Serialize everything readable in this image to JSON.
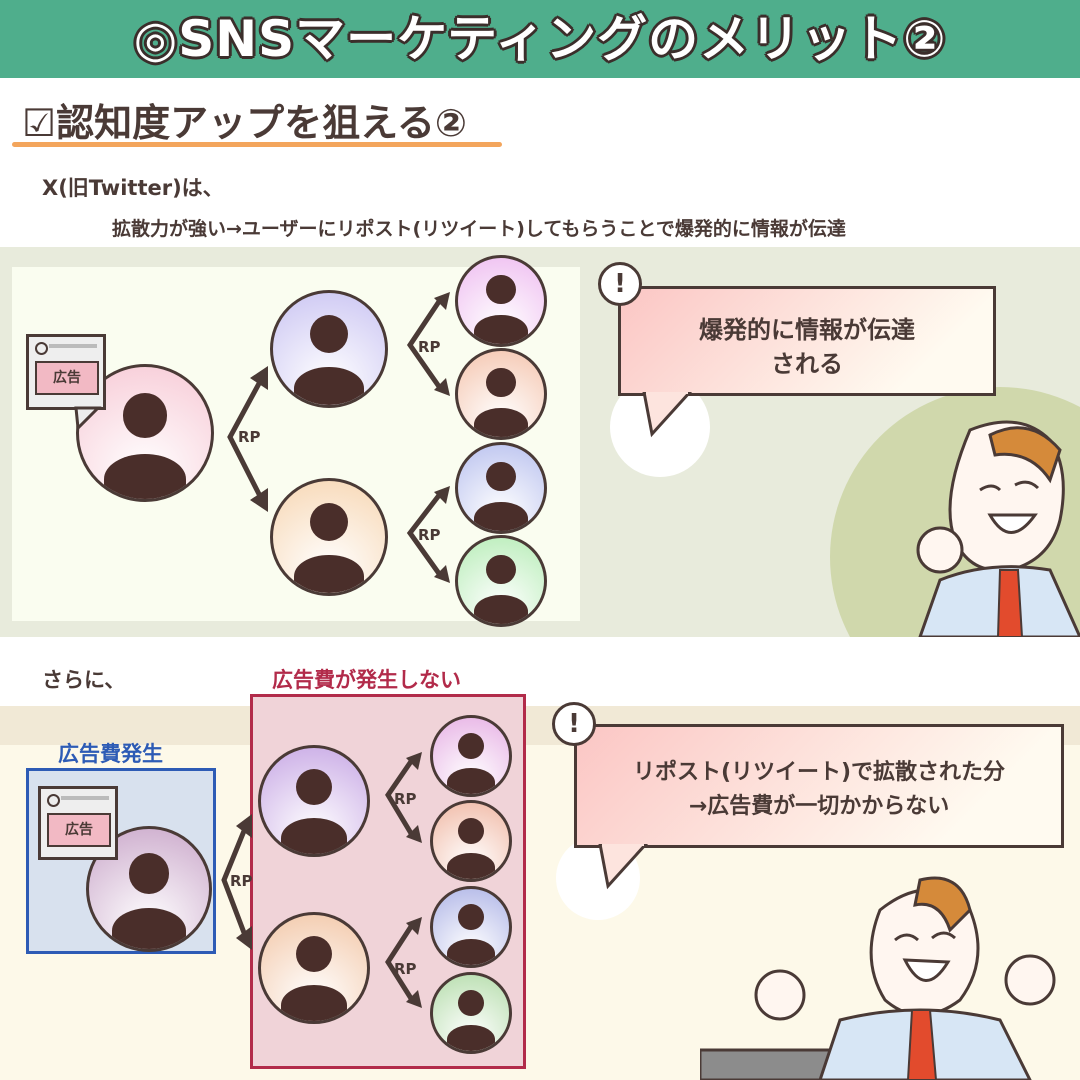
{
  "header": {
    "title": "◎SNSマーケティングのメリット②"
  },
  "subheading": {
    "label": "☑認知度アップを狙える②"
  },
  "section1": {
    "intro": "X(旧Twitter)は、",
    "detail": "拡散力が強い→ユーザーにリポスト(リツイート)してもらうことで爆発的に情報が伝達",
    "ad_label": "広告",
    "rp_label": "RP",
    "bubble_line1": "爆発的に情報が伝達",
    "bubble_line2": "される",
    "exclaim": "!"
  },
  "section2": {
    "intro": "さらに、",
    "cost_box_title": "広告費発生",
    "free_box_title": "広告費が発生しない",
    "ad_label": "広告",
    "rp_label": "RP",
    "bubble_line1": "リポスト(リツイート)で拡散された分",
    "bubble_line2": "→広告費が一切かからない",
    "exclaim": "!"
  },
  "colors": {
    "header_bg": "#4fae8c",
    "underline": "#f3a55c",
    "cost_box_border": "#2d5bb5",
    "free_box_border": "#b22b4a"
  }
}
